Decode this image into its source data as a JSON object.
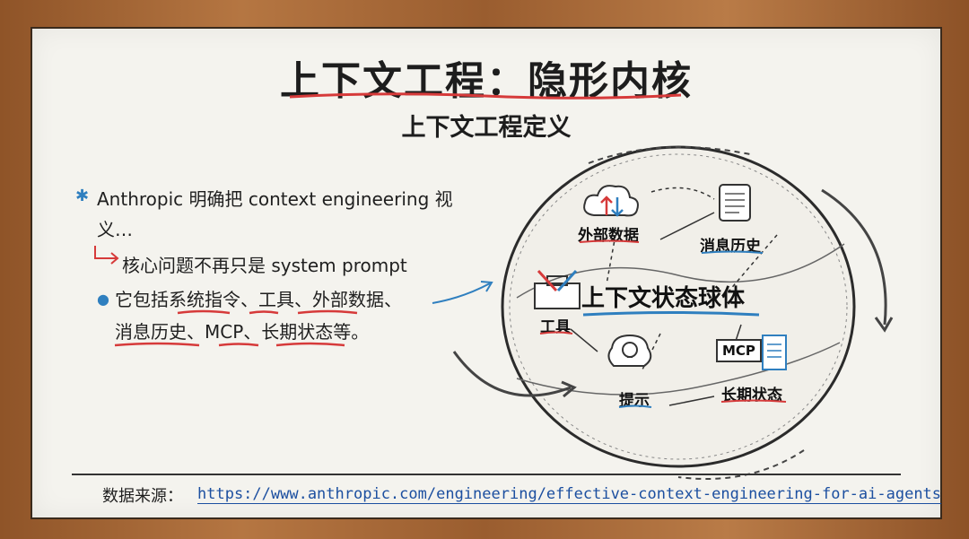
{
  "title": "上下文工程：隐形内核",
  "subtitle": "上下文工程定义",
  "bullets": {
    "b1_line1": "Anthropic 明确把 context engineering 视",
    "b1_line2": "义…",
    "b1_sub": "核心问题不再只是 system prompt",
    "b2_line1": "它包括系统指令、工具、外部数据、",
    "b2_line2": "消息历史、MCP、长期状态等。"
  },
  "diagram": {
    "center": "上下文状态球体",
    "external_data": "外部数据",
    "message_history": "消息历史",
    "tools": "工具",
    "prompt": "提示",
    "mcp": "MCP",
    "long_term_state": "长期状态"
  },
  "source": {
    "label": "数据来源：",
    "url": "https://www.anthropic.com/engineering/effective-context-engineering-for-ai-agents"
  },
  "colors": {
    "accent_red": "#d63a3a",
    "accent_blue": "#2f7fbf",
    "board": "#f4f3ee",
    "frame": "#a5683a"
  }
}
